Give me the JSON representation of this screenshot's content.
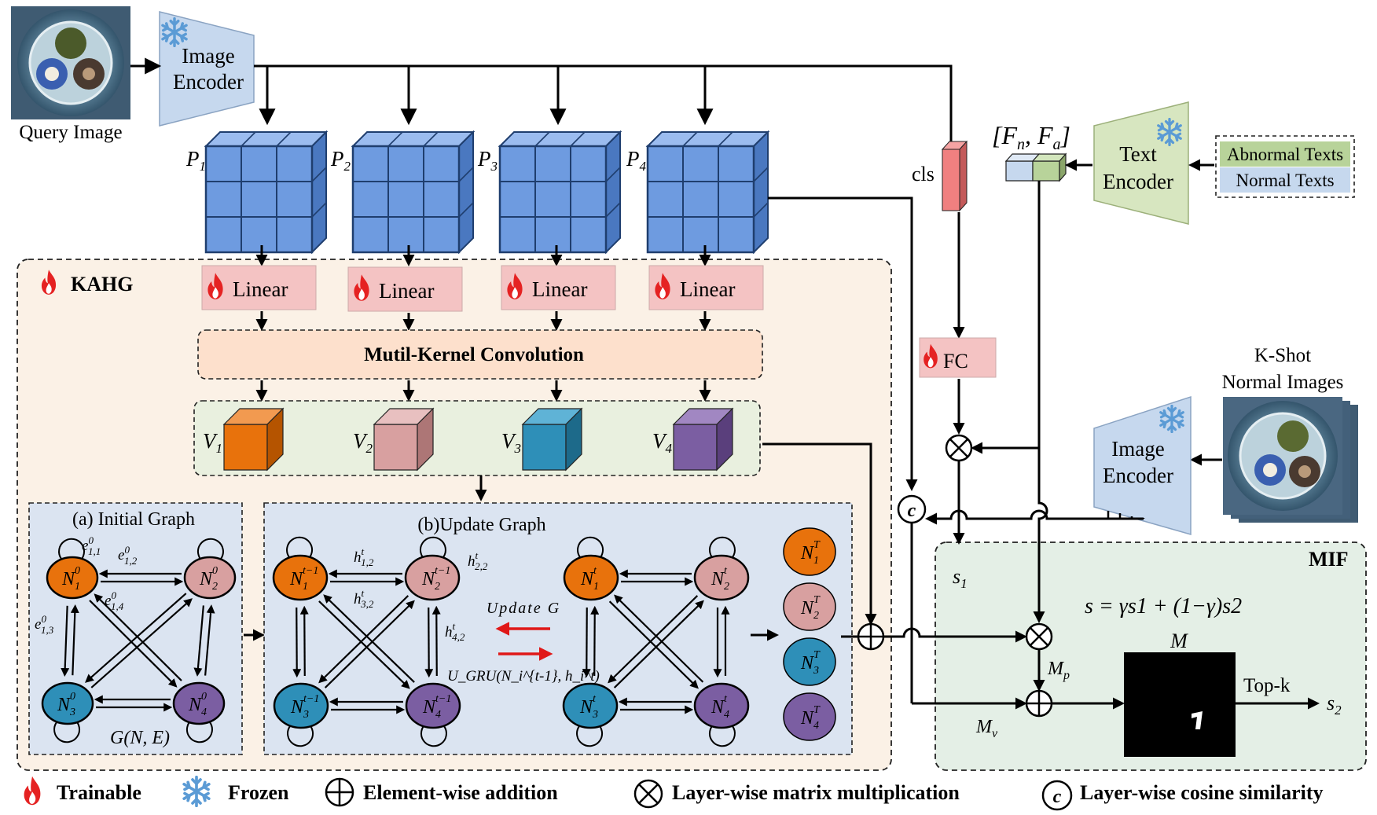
{
  "inputs": {
    "query_image_label": "Query Image",
    "kshot_label_line1": "K-Shot",
    "kshot_label_line2": "Normal Images",
    "abnormal_texts": "Abnormal Texts",
    "normal_texts": "Normal Texts"
  },
  "encoders": {
    "image_line1": "Image",
    "image_line2": "Encoder",
    "text_line1": "Text",
    "text_line2": "Encoder"
  },
  "patches": [
    "P1",
    "P2",
    "P3",
    "P4"
  ],
  "patch_subscripts": [
    "1",
    "2",
    "3",
    "4"
  ],
  "cls_label": "cls",
  "text_feature_label": "[Fn, Fa]",
  "kahg": {
    "title": "KAHG",
    "linear_label": "Linear",
    "conv_label": "Mutil-Kernel Convolution",
    "v_subscripts": [
      "1",
      "2",
      "3",
      "4"
    ],
    "initial_graph": {
      "title": "(a) Initial Graph",
      "edge_sups": [
        "0",
        "0",
        "0",
        "0"
      ],
      "edge_subs": [
        "1,1",
        "1,2",
        "1,4",
        "1,3"
      ],
      "graph_label": "G(N, E)"
    },
    "update_graph": {
      "title": "(b)Update Graph",
      "h_subs": [
        "1,2",
        "2,2",
        "3,2",
        "4,2"
      ],
      "update_text": "Update G",
      "gru_text": "U_GRU(N_i^{t-1}, h_i^t)"
    }
  },
  "fc_label": "FC",
  "mif": {
    "title": "MIF",
    "s1_label": "s1",
    "formula": "s = γs1 + (1−γ)s2",
    "mp_label": "Mp",
    "mv_label": "Mv",
    "m_label": "M",
    "topk_label": "Top-k",
    "s2_label": "s2"
  },
  "legend": {
    "trainable": "Trainable",
    "frozen": "Frozen",
    "addition": "Element-wise addition",
    "multiplication": "Layer-wise matrix multiplication",
    "cosine": "Layer-wise cosine similarity"
  },
  "colors": {
    "patch_blue": "#6e9be0",
    "linear_pink": "#f4c3c3",
    "kahg_bg": "#fbf1e6",
    "v_box_bg": "#e9f0df",
    "graph_bg": "#dbe4f1",
    "mif_bg": "#e4efe6",
    "encoder_blue": "#c6d8ee",
    "encoder_green": "#d7e6c0",
    "node_orange": "#e8720c",
    "node_pink": "#d8a0a0",
    "node_teal": "#2e8fb8",
    "node_purple": "#7b5ea2",
    "flame_red": "#e52222",
    "arrow_red": "#e01818"
  }
}
